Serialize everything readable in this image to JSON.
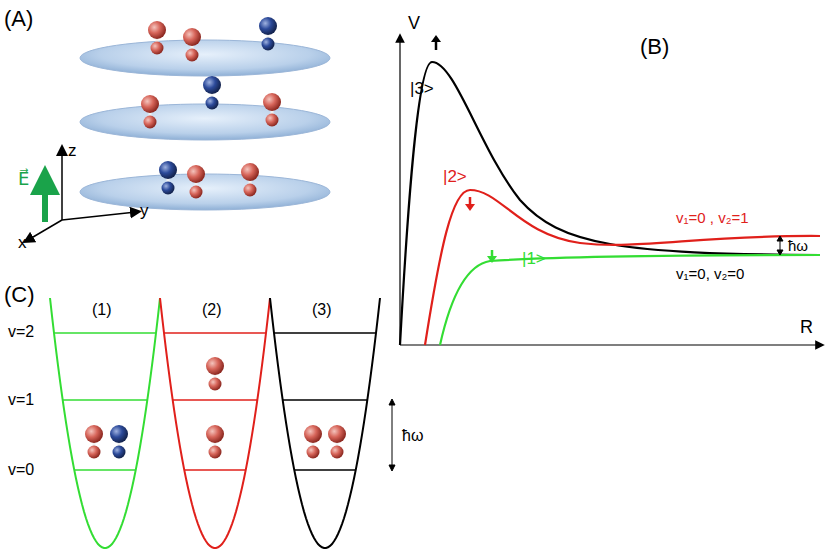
{
  "diagram": {
    "labels": [
      "(A)",
      "z",
      "y",
      "x",
      "E⃗",
      "(B)",
      "V",
      "R",
      "|3>",
      "|2>",
      "|1>",
      "v₁=0 , v₂=1",
      "v₁=0, v₂=0",
      "ħω",
      "(C)",
      "(1)",
      "(2)",
      "(3)",
      "v=2",
      "v=1",
      "v=0",
      "ħω"
    ]
  }
}
